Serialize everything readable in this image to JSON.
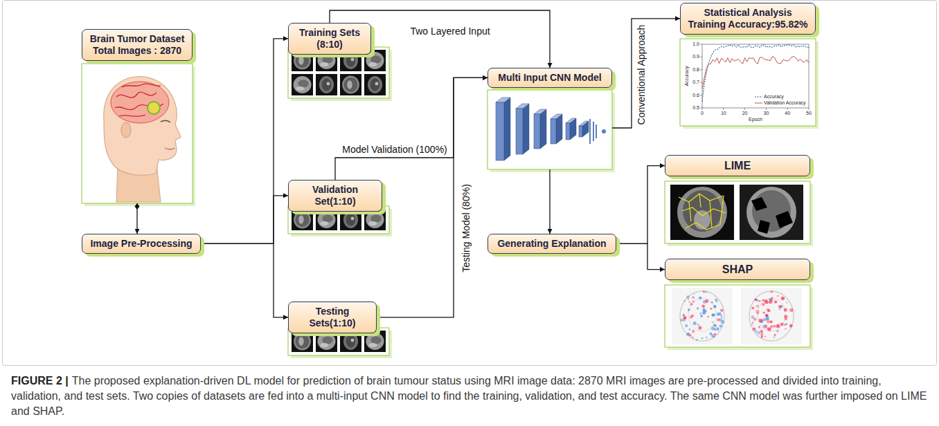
{
  "diagram": {
    "caption": "The proposed explanation-driven DL model for prediction of brain tumour status using MRI image data: 2870 MRI images are pre-processed and divided into training, validation, and test sets. Two copies of datasets are fed into a multi-input CNN model to find the training, validation, and test accuracy. The same CNN model was further imposed on LIME and SHAP.",
    "nodes": [
      {
        "text": [
          "Brain Tumor Dataset",
          "Total Images : 2870"
        ]
      },
      {
        "text": [
          "Image Pre-Processing"
        ]
      },
      {
        "text": [
          "Training Sets (8:10)"
        ]
      },
      {
        "text": [
          "Validation Set(1:10)"
        ]
      },
      {
        "text": [
          "Testing Sets(1:10)"
        ]
      },
      {
        "text": [
          "Multi Input CNN Model"
        ]
      },
      {
        "text": [
          "Statistical Analysis",
          "Training Accuracy:95.82%"
        ]
      },
      {
        "text": [
          "Generating Explanation"
        ]
      },
      {
        "text": [
          "LIME"
        ]
      },
      {
        "text": [
          "SHAP"
        ]
      }
    ],
    "edges": [
      {
        "from": 0,
        "to": 1,
        "arrow": "to"
      },
      {
        "from": 1,
        "to": 2,
        "arrow": "to"
      },
      {
        "from": 1,
        "to": 3,
        "arrow": "to"
      },
      {
        "from": 1,
        "to": 4,
        "arrow": "to"
      },
      {
        "from": 2,
        "to": 5,
        "label": "Two Layered Input",
        "arrow": "to"
      },
      {
        "from": 3,
        "to": 5,
        "label": "Model Validation (100%)",
        "arrow": "to"
      },
      {
        "from": 4,
        "to": 5,
        "label": "Testing Model (80%)",
        "arrow": "to"
      },
      {
        "from": 5,
        "to": 6,
        "label": "Conventional Approach",
        "arrow": "to"
      },
      {
        "from": 5,
        "to": 7,
        "arrow": "to"
      },
      {
        "from": 7,
        "to": 8,
        "arrow": "to"
      },
      {
        "from": 7,
        "to": 9,
        "arrow": "to"
      }
    ],
    "labels": [
      "FIGURE 2 |",
      "1.0",
      "0.9",
      "0.8",
      "0.7",
      "0.6",
      "0.5",
      "0",
      "10",
      "20",
      "30",
      "40",
      "50",
      "Accuracy",
      "Epoch"
    ],
    "legend": [
      {
        "text": "Accuracy"
      },
      {
        "text": "Validation Accuracy"
      }
    ]
  }
}
